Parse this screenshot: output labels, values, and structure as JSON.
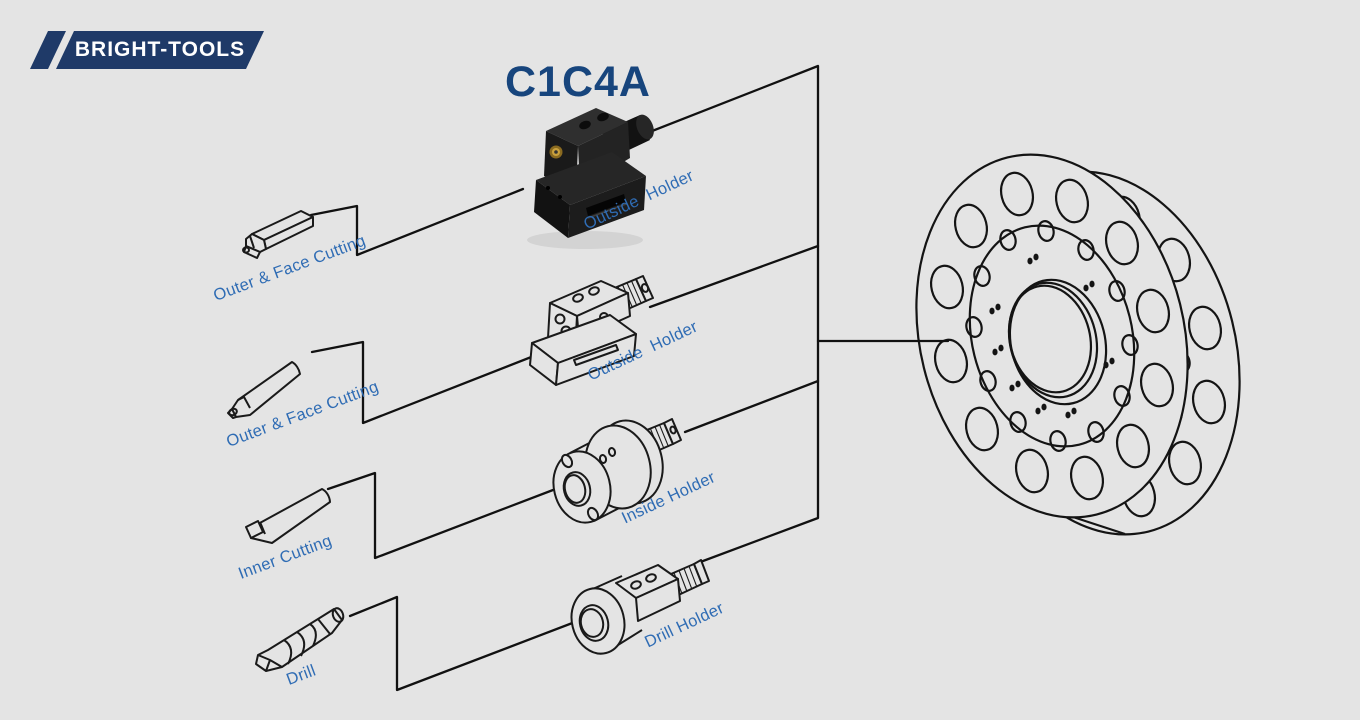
{
  "logo": {
    "text": "BRIGHT-TOOLS"
  },
  "title": "C1C4A",
  "rows": [
    {
      "tool": {
        "label": "Outer & Face Cutting",
        "type": "square-shank-turning-tool"
      },
      "holder": {
        "label": "Outside  Holder",
        "type": "radial-outside-holder-photo"
      }
    },
    {
      "tool": {
        "label": "Outer & Face Cutting",
        "type": "round-shank-turning-tool"
      },
      "holder": {
        "label": "Outside  Holder",
        "type": "radial-outside-holder-drawing"
      }
    },
    {
      "tool": {
        "label": "Inner Cutting",
        "type": "boring-bar"
      },
      "holder": {
        "label": "Inside Holder",
        "type": "inside-boring-holder"
      }
    },
    {
      "tool": {
        "label": "Drill",
        "type": "twist-drill"
      },
      "holder": {
        "label": "Drill Holder",
        "type": "drill-holder"
      }
    }
  ],
  "turret": {
    "name": "VDI turret disc",
    "stations": 12
  },
  "colors": {
    "background": "#e4e4e4",
    "line": "#1a1a1a",
    "label_blue": "#2f6cb4",
    "title_blue": "#17457d",
    "logo_navy": "#1f3a68",
    "logo_text": "#ffffff",
    "brass_screw": "#c9a13d"
  }
}
